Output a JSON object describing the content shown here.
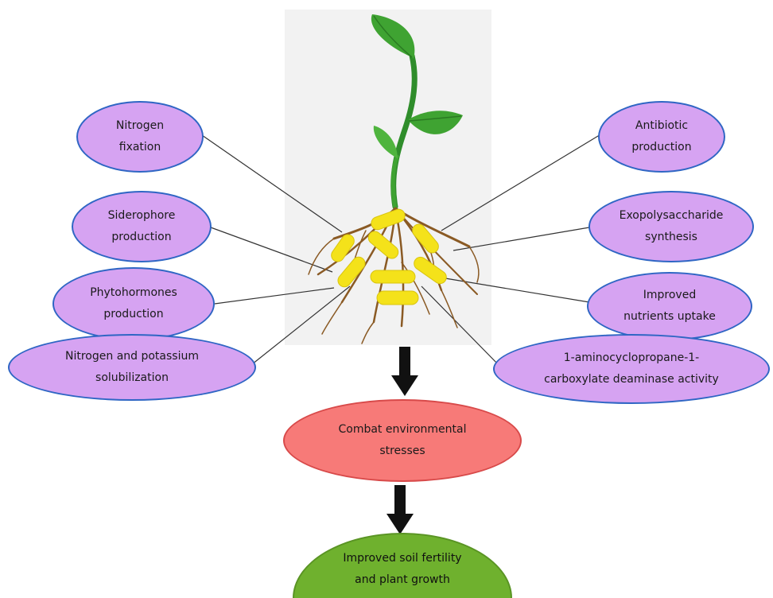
{
  "nodes": {
    "nitrogen_fixation": "Nitrogen\nfixation",
    "siderophore_production": "Siderophore\nproduction",
    "phytohormones_production": "Phytohormones\nproduction",
    "nk_solubilization": "Nitrogen and potassium\nsolubilization",
    "antibiotic_production": "Antibiotic\nproduction",
    "exopolysaccharide_synthesis": "Exopolysaccharide\nsynthesis",
    "improved_nutrients_uptake": "Improved\nnutrients uptake",
    "acc_deaminase": "1-aminocyclopropane-1-\ncarboxylate deaminase activity",
    "combat_stresses": "Combat environmental\nstresses",
    "improved_soil_fertility": "Improved soil fertility\nand plant growth"
  },
  "colors": {
    "mechanism_fill": "#d6a3f2",
    "mechanism_border": "#2f66c4",
    "stress_fill": "#f77a78",
    "outcome_fill": "#6fb12e",
    "arrow": "#111111",
    "bacteria": "#f4e21a",
    "leaf": "#3fa332",
    "root": "#8a5a24"
  }
}
